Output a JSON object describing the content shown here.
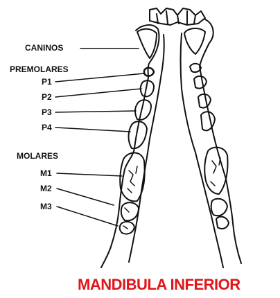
{
  "labels": {
    "caninos": "CANINOS",
    "premolares": "PREMOLARES",
    "p1": "P1",
    "p2": "P2",
    "p3": "P3",
    "p4": "P4",
    "molares": "MOLARES",
    "m1": "M1",
    "m2": "M2",
    "m3": "M3"
  },
  "title": "MANDIBULA INFERIOR",
  "colors": {
    "ink": "#111111",
    "title": "#e0151a",
    "background": "#ffffff"
  }
}
